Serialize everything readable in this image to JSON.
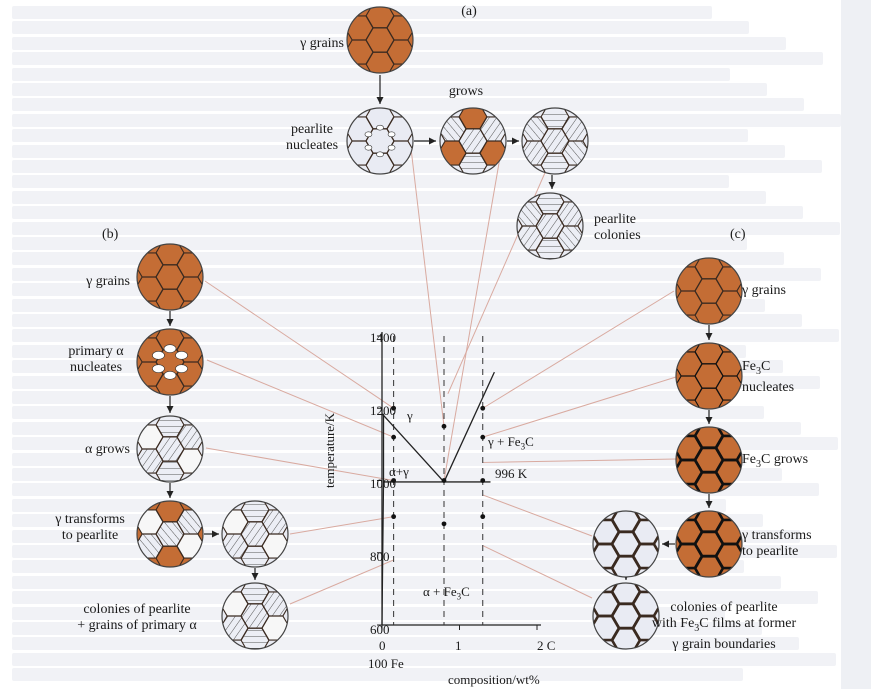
{
  "panel_labels": {
    "a": "(a)",
    "b": "(b)",
    "c": "(c)"
  },
  "panel_a": {
    "step1": "γ grains",
    "step2": [
      "pearlite",
      "nucleates"
    ],
    "step3": "grows",
    "step4": [
      "pearlite",
      "colonies"
    ]
  },
  "panel_b": {
    "step1": "γ grains",
    "step2": [
      "primary α",
      "nucleates"
    ],
    "step3": "α grows",
    "step4": [
      "γ transforms",
      "to pearlite"
    ],
    "step5": [
      "colonies of pearlite",
      "+ grains of primary α"
    ]
  },
  "panel_c": {
    "step1": "γ grains",
    "step2a": "Fe",
    "step2sub": "3",
    "step2b": "C",
    "step2line2": "nucleates",
    "step3a": "Fe",
    "step3sub": "3",
    "step3b": "C grows",
    "step4": [
      "γ transforms",
      "to pearlite"
    ],
    "step5_line1": "colonies of pearlite",
    "step5_line2a": "with Fe",
    "step5_line2sub": "3",
    "step5_line2b": "C films at former",
    "step5_line3": "γ grain boundaries"
  },
  "phase_diagram": {
    "ylabel": "temperature/K",
    "xlabel": "composition/wt%",
    "y_ticks": [
      "1400",
      "1200",
      "1000",
      "800",
      "600"
    ],
    "x_ticks": [
      "0",
      "1",
      "2 C"
    ],
    "x_origin_label": "100 Fe",
    "eutectoid_label": "996 K",
    "region_gamma": "γ",
    "region_alpha_gamma": "α+γ",
    "region_gamma_fe3c": "γ + Fe",
    "region_gamma_fe3c_sub": "3",
    "region_gamma_fe3c_end": "C",
    "region_alpha_fe3c": "α + Fe",
    "region_alpha_fe3c_sub": "3",
    "region_alpha_fe3c_end": "C"
  },
  "colors": {
    "austenite": "#c46d35",
    "boundary": "#3a2a20",
    "pearlite_fill": "#e9ebf3",
    "ferrite": "#f7f7f7",
    "orange_text": "#d35b2a",
    "leader_line": "#d9aaa0"
  },
  "chart_data": {
    "type": "line",
    "xlim": [
      0,
      2
    ],
    "ylim": [
      600,
      1400
    ],
    "eutectoid_temperature": 996,
    "eutectoid_composition": 0.8,
    "series": [],
    "composition_guides": [
      0.15,
      0.8,
      1.3
    ]
  }
}
